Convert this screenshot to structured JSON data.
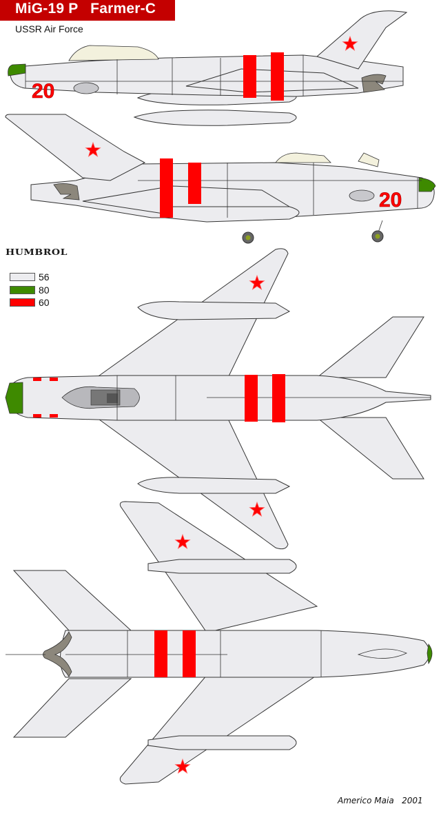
{
  "header": {
    "title": "MiG-19 P   Farmer-C",
    "subtitle": "USSR Air Force",
    "banner_color": "#c40000"
  },
  "legend": {
    "brand": "HUMBROL",
    "items": [
      {
        "code": "56",
        "color": "#ececef",
        "meaning": "aluminium / light grey"
      },
      {
        "code": "80",
        "color": "#3e8a00",
        "meaning": "green"
      },
      {
        "code": "60",
        "color": "#ff0000",
        "meaning": "red"
      }
    ]
  },
  "views": [
    {
      "id": "left-side-profile",
      "tactical_number": "20"
    },
    {
      "id": "right-side-profile",
      "tactical_number": "20"
    },
    {
      "id": "top-plan-view"
    },
    {
      "id": "bottom-plan-view"
    }
  ],
  "markings": {
    "fuselage_bands": 2,
    "national_insignia": "red-star"
  },
  "credit": {
    "author": "Americo Maia",
    "year": "2001",
    "text": "Americo Maia   2001"
  }
}
